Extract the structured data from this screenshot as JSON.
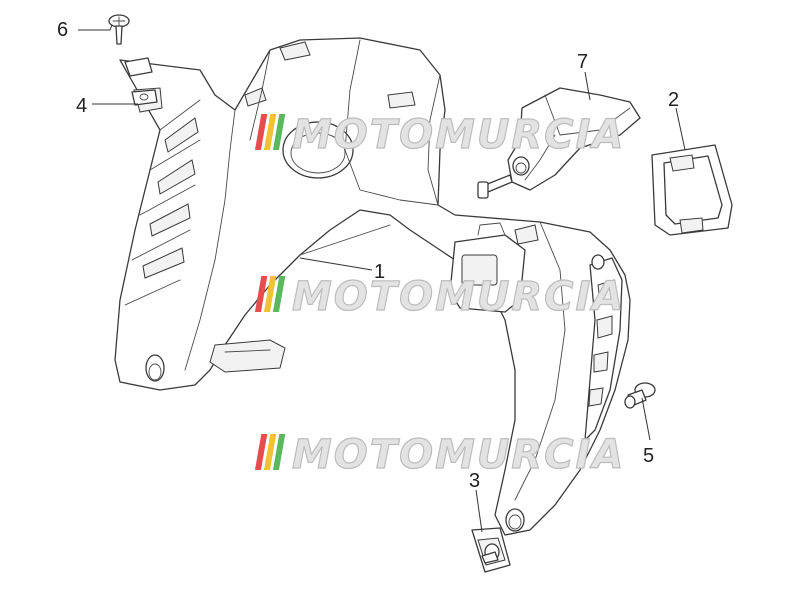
{
  "callouts": [
    {
      "id": "1",
      "label": "1"
    },
    {
      "id": "2",
      "label": "2"
    },
    {
      "id": "3",
      "label": "3"
    },
    {
      "id": "4",
      "label": "4"
    },
    {
      "id": "5",
      "label": "5"
    },
    {
      "id": "6",
      "label": "6"
    },
    {
      "id": "7",
      "label": "7"
    }
  ],
  "watermark": {
    "text": "MOTOMURCIA",
    "stripe_colors": [
      "#e84c4c",
      "#f2c234",
      "#5cb85c"
    ]
  }
}
